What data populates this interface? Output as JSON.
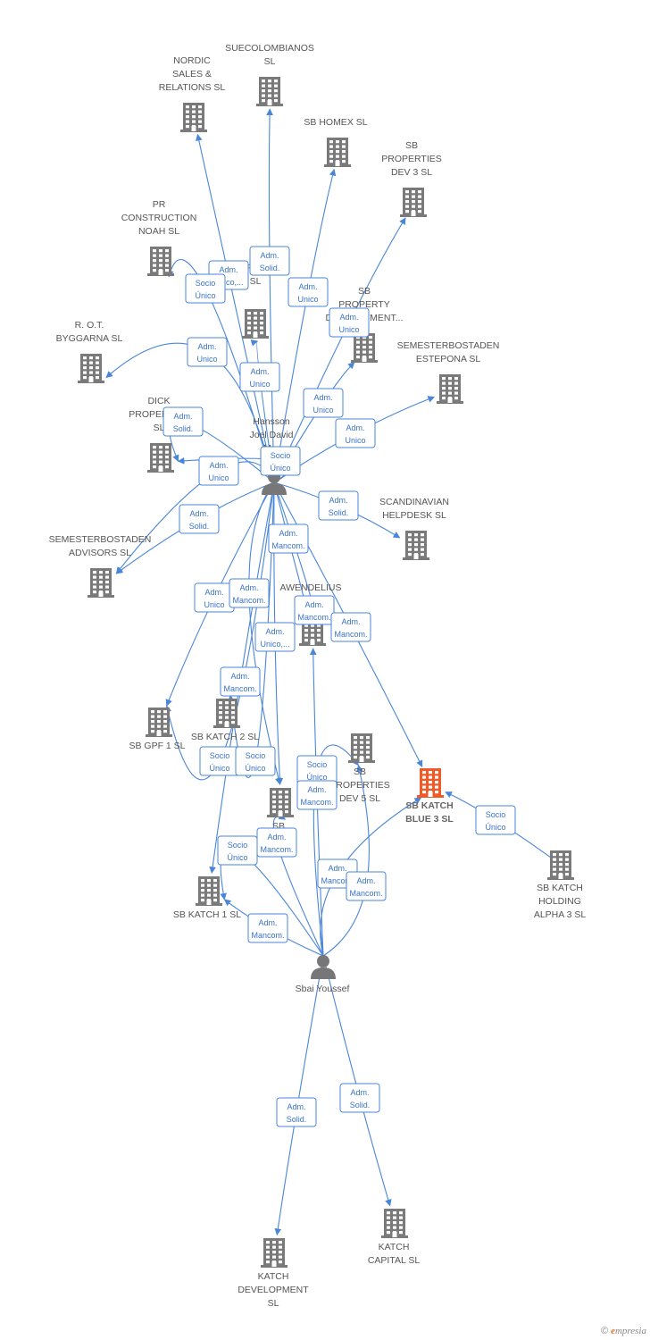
{
  "colors": {
    "edge": "#4a86d8",
    "company": "#7a7a7a",
    "focus_company": "#f05a28",
    "person": "#777777"
  },
  "nodes": [
    {
      "id": "suecolombianos",
      "type": "company",
      "label": [
        "SUECOLOMBIANOS",
        "SL"
      ]
    },
    {
      "id": "nordic",
      "type": "company",
      "label": [
        "NORDIC",
        "SALES &",
        "RELATIONS  SL"
      ]
    },
    {
      "id": "sbhomex",
      "type": "company",
      "label": [
        "SB HOMEX  SL"
      ]
    },
    {
      "id": "sbpropdev3",
      "type": "company",
      "label": [
        "SB",
        "PROPERTIES",
        "DEV 3  SL"
      ]
    },
    {
      "id": "prconstruction",
      "type": "company",
      "label": [
        "PR",
        "CONSTRUCTION",
        "NOAH  SL"
      ]
    },
    {
      "id": "sbproperties",
      "type": "company",
      "label": [
        "SB",
        "PROPERTIES",
        "SL"
      ]
    },
    {
      "id": "sbpropertydev",
      "type": "company",
      "label": [
        "SB",
        "PROPERTY",
        "DEVELOPMENT..."
      ]
    },
    {
      "id": "rotbyggarna",
      "type": "company",
      "label": [
        "R. O.T.",
        "BYGGARNA  SL"
      ]
    },
    {
      "id": "semesterestepona",
      "type": "company",
      "label": [
        "SEMESTERBOSTADEN",
        "ESTEPONA  SL"
      ]
    },
    {
      "id": "dickproperties",
      "type": "company",
      "label": [
        "DICK",
        "PROPERTIES",
        "SL"
      ]
    },
    {
      "id": "scandinavian",
      "type": "company",
      "label": [
        "SCANDINAVIAN",
        "HELPDESK  SL"
      ]
    },
    {
      "id": "semesteradvisors",
      "type": "company",
      "label": [
        "SEMESTERBOSTADEN",
        "ADVISORS  SL"
      ]
    },
    {
      "id": "awendelius",
      "type": "company",
      "label": [
        "AWENDELIUS",
        "SL"
      ]
    },
    {
      "id": "sbgpf1",
      "type": "company",
      "label": [
        "SB GPF 1  SL"
      ]
    },
    {
      "id": "sbkatch2",
      "type": "company",
      "label": [
        "SB KATCH 2  SL"
      ]
    },
    {
      "id": "sbpropdev5",
      "type": "company",
      "label": [
        "SB",
        "PROPERTIES",
        "DEV 5  SL"
      ]
    },
    {
      "id": "sbkatchblue3",
      "type": "focus",
      "label": [
        "SB KATCH",
        "BLUE 3  SL"
      ]
    },
    {
      "id": "sbkatch",
      "type": "company",
      "label": [
        "SB",
        "KATCH",
        "SL"
      ]
    },
    {
      "id": "sbkatchholding",
      "type": "company",
      "label": [
        "SB KATCH",
        "HOLDING",
        "ALPHA 3  SL"
      ]
    },
    {
      "id": "sbkatch1",
      "type": "company",
      "label": [
        "SB KATCH 1  SL"
      ]
    },
    {
      "id": "katchcapital",
      "type": "company",
      "label": [
        "KATCH",
        "CAPITAL  SL"
      ]
    },
    {
      "id": "katchdev",
      "type": "company",
      "label": [
        "KATCH",
        "DEVELOPMENT",
        "SL"
      ]
    },
    {
      "id": "hansson",
      "type": "person",
      "label": [
        "Hansson",
        "Joel David",
        "M..."
      ]
    },
    {
      "id": "sbai",
      "type": "person",
      "label": [
        "Sbai Youssef"
      ]
    }
  ],
  "edge_labels": [
    [
      "Adm.",
      "Solid."
    ],
    [
      "Adm.",
      "Unico,..."
    ],
    [
      "Socio",
      "Único"
    ],
    [
      "Adm.",
      "Unico"
    ],
    [
      "Adm.",
      "Unico"
    ],
    [
      "Adm.",
      "Unico"
    ],
    [
      "Adm.",
      "Unico"
    ],
    [
      "Adm.",
      "Unico"
    ],
    [
      "Adm.",
      "Solid."
    ],
    [
      "Adm.",
      "Unico"
    ],
    [
      "Adm.",
      "Unico"
    ],
    [
      "Socio",
      "Único"
    ],
    [
      "Adm.",
      "Solid."
    ],
    [
      "Adm.",
      "Solid."
    ],
    [
      "Adm.",
      "Mancom."
    ],
    [
      "Adm.",
      "Unico"
    ],
    [
      "Adm.",
      "Mancom."
    ],
    [
      "Adm.",
      "Mancom."
    ],
    [
      "Adm.",
      "Mancom."
    ],
    [
      "Adm.",
      "Unico,..."
    ],
    [
      "Adm.",
      "Mancom."
    ],
    [
      "Socio",
      "Único"
    ],
    [
      "Socio",
      "Único"
    ],
    [
      "Socio",
      "Único"
    ],
    [
      "Adm.",
      "Mancom."
    ],
    [
      "Socio",
      "Único"
    ],
    [
      "Adm.",
      "Mancom."
    ],
    [
      "Adm.",
      "Mancom."
    ],
    [
      "Adm.",
      "Mancom."
    ],
    [
      "Adm.",
      "Mancom."
    ],
    [
      "Socio",
      "Único"
    ],
    [
      "Adm.",
      "Solid."
    ],
    [
      "Adm.",
      "Solid."
    ]
  ],
  "brand": {
    "copyright": "©",
    "name_first": "e",
    "name_rest": "mpresia"
  }
}
